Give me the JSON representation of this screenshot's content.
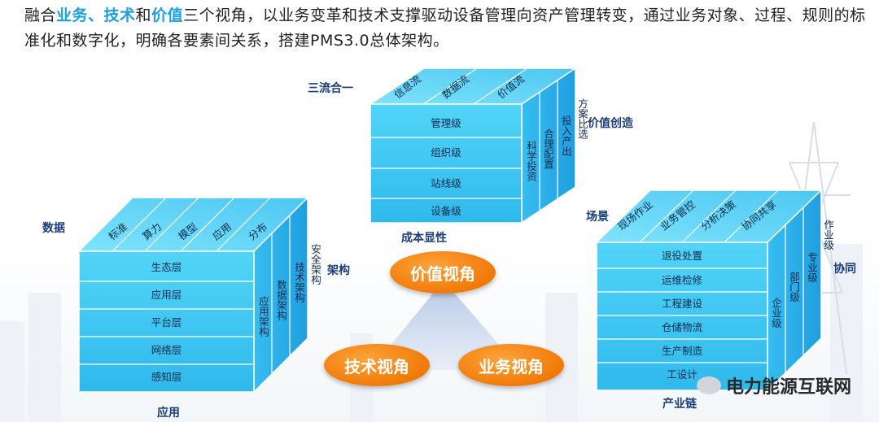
{
  "intro": {
    "p1": "融合",
    "hl1": "业务、",
    "p2": "",
    "hl2": "技术",
    "p3": "和",
    "hl3": "价值",
    "p4": "三个视角，以业务变革和技术支撑驱动设备管理向资产管理转变，通过业务对象、过程、规则的标准化和数字化，明确各要素间关系，搭建PMS3.0总体架构。"
  },
  "labels": {
    "three_flows": "三流合一",
    "value_creation": "价值创造",
    "cost_visible": "成本显性",
    "data": "数据",
    "architecture": "架构",
    "application": "应用",
    "scene": "场景",
    "synergy": "协同",
    "industry_chain": "产业链"
  },
  "cube_left": {
    "top": [
      "标准",
      "算力",
      "模型",
      "应用",
      "分布"
    ],
    "front": [
      "生态层",
      "应用层",
      "平台层",
      "网络层",
      "感知层"
    ],
    "side": [
      "应用架构",
      "数据架构",
      "技术架构",
      "安全架构"
    ]
  },
  "cube_top": {
    "top": [
      "信息流",
      "数据流",
      "价值流"
    ],
    "front": [
      "管理级",
      "组织级",
      "站线级",
      "设备级"
    ],
    "side": [
      "科学投资",
      "合理配置",
      "投入产出",
      "方案比选"
    ]
  },
  "cube_right": {
    "top": [
      "现场作业",
      "业务管控",
      "分析决策",
      "协同共享"
    ],
    "front": [
      "退役处置",
      "运维检修",
      "工程建设",
      "仓储物流",
      "生产制造",
      "工设计"
    ],
    "side": [
      "企业级",
      "部门级",
      "专业级",
      "作业级"
    ]
  },
  "bubbles": {
    "value": "价值视角",
    "tech": "技术视角",
    "business": "业务视角"
  },
  "watermark": "电力能源互联网",
  "colors": {
    "cube_front": "#3fc5f1",
    "cube_side": "#1f9ee0",
    "bubble": "#f07a08",
    "highlight_text": "#1aa0e0",
    "label_text": "#1a3d7c"
  }
}
